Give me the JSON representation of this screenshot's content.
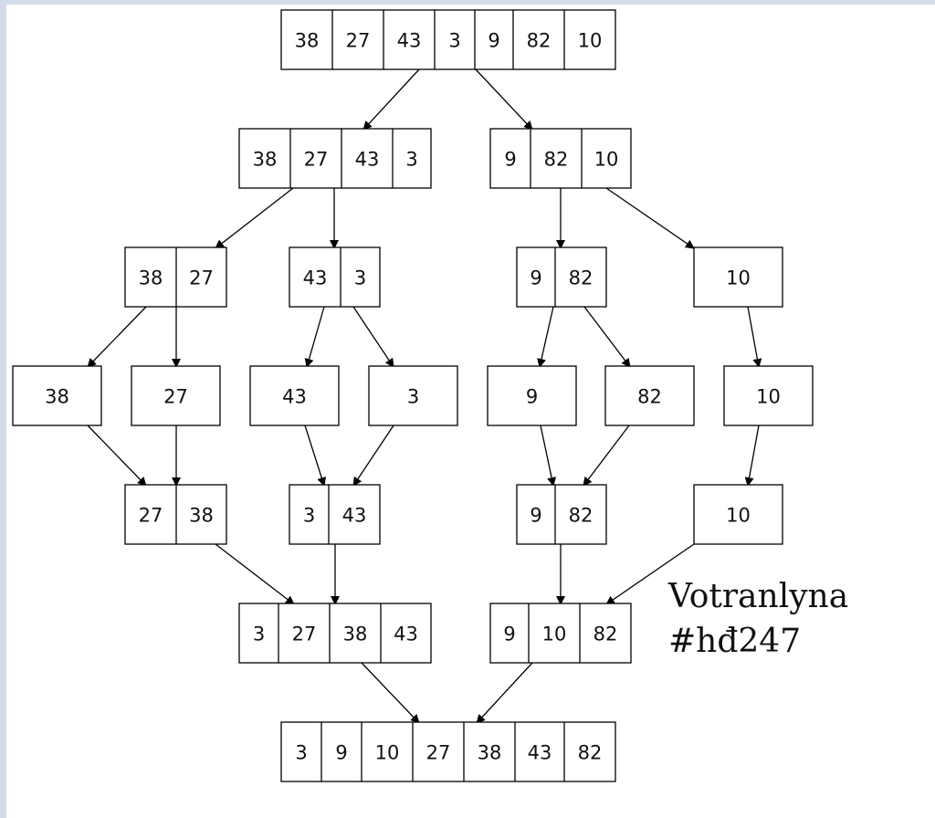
{
  "diagram": {
    "nodes": [
      {
        "id": "n0",
        "cells": [
          "38",
          "27",
          "43",
          "3",
          "9",
          "82",
          "10"
        ]
      },
      {
        "id": "n1",
        "cells": [
          "38",
          "27",
          "43",
          "3"
        ]
      },
      {
        "id": "n2",
        "cells": [
          "9",
          "82",
          "10"
        ]
      },
      {
        "id": "n3",
        "cells": [
          "38",
          "27"
        ]
      },
      {
        "id": "n4",
        "cells": [
          "43",
          "3"
        ]
      },
      {
        "id": "n5",
        "cells": [
          "9",
          "82"
        ]
      },
      {
        "id": "n6",
        "cells": [
          "10"
        ]
      },
      {
        "id": "n7",
        "cells": [
          "38"
        ]
      },
      {
        "id": "n8",
        "cells": [
          "27"
        ]
      },
      {
        "id": "n9",
        "cells": [
          "43"
        ]
      },
      {
        "id": "n10",
        "cells": [
          "3"
        ]
      },
      {
        "id": "n11",
        "cells": [
          "9"
        ]
      },
      {
        "id": "n12",
        "cells": [
          "82"
        ]
      },
      {
        "id": "n13",
        "cells": [
          "10"
        ]
      },
      {
        "id": "n14",
        "cells": [
          "27",
          "38"
        ]
      },
      {
        "id": "n15",
        "cells": [
          "3",
          "43"
        ]
      },
      {
        "id": "n16",
        "cells": [
          "9",
          "82"
        ]
      },
      {
        "id": "n17",
        "cells": [
          "10"
        ]
      },
      {
        "id": "n18",
        "cells": [
          "3",
          "27",
          "38",
          "43"
        ]
      },
      {
        "id": "n19",
        "cells": [
          "9",
          "10",
          "82"
        ]
      },
      {
        "id": "n20",
        "cells": [
          "3",
          "9",
          "10",
          "27",
          "38",
          "43",
          "82"
        ]
      }
    ],
    "edges": [
      [
        "n0",
        "n1"
      ],
      [
        "n0",
        "n2"
      ],
      [
        "n1",
        "n3"
      ],
      [
        "n1",
        "n4"
      ],
      [
        "n2",
        "n5"
      ],
      [
        "n2",
        "n6"
      ],
      [
        "n3",
        "n7"
      ],
      [
        "n3",
        "n8"
      ],
      [
        "n4",
        "n9"
      ],
      [
        "n4",
        "n10"
      ],
      [
        "n5",
        "n11"
      ],
      [
        "n5",
        "n12"
      ],
      [
        "n6",
        "n13"
      ],
      [
        "n7",
        "n14"
      ],
      [
        "n8",
        "n14"
      ],
      [
        "n9",
        "n15"
      ],
      [
        "n10",
        "n15"
      ],
      [
        "n11",
        "n16"
      ],
      [
        "n12",
        "n16"
      ],
      [
        "n13",
        "n17"
      ],
      [
        "n14",
        "n18"
      ],
      [
        "n15",
        "n18"
      ],
      [
        "n16",
        "n19"
      ],
      [
        "n17",
        "n19"
      ],
      [
        "n18",
        "n20"
      ],
      [
        "n19",
        "n20"
      ]
    ]
  },
  "watermark": {
    "line1": "Votranlyna",
    "line2": "#hđ247"
  }
}
